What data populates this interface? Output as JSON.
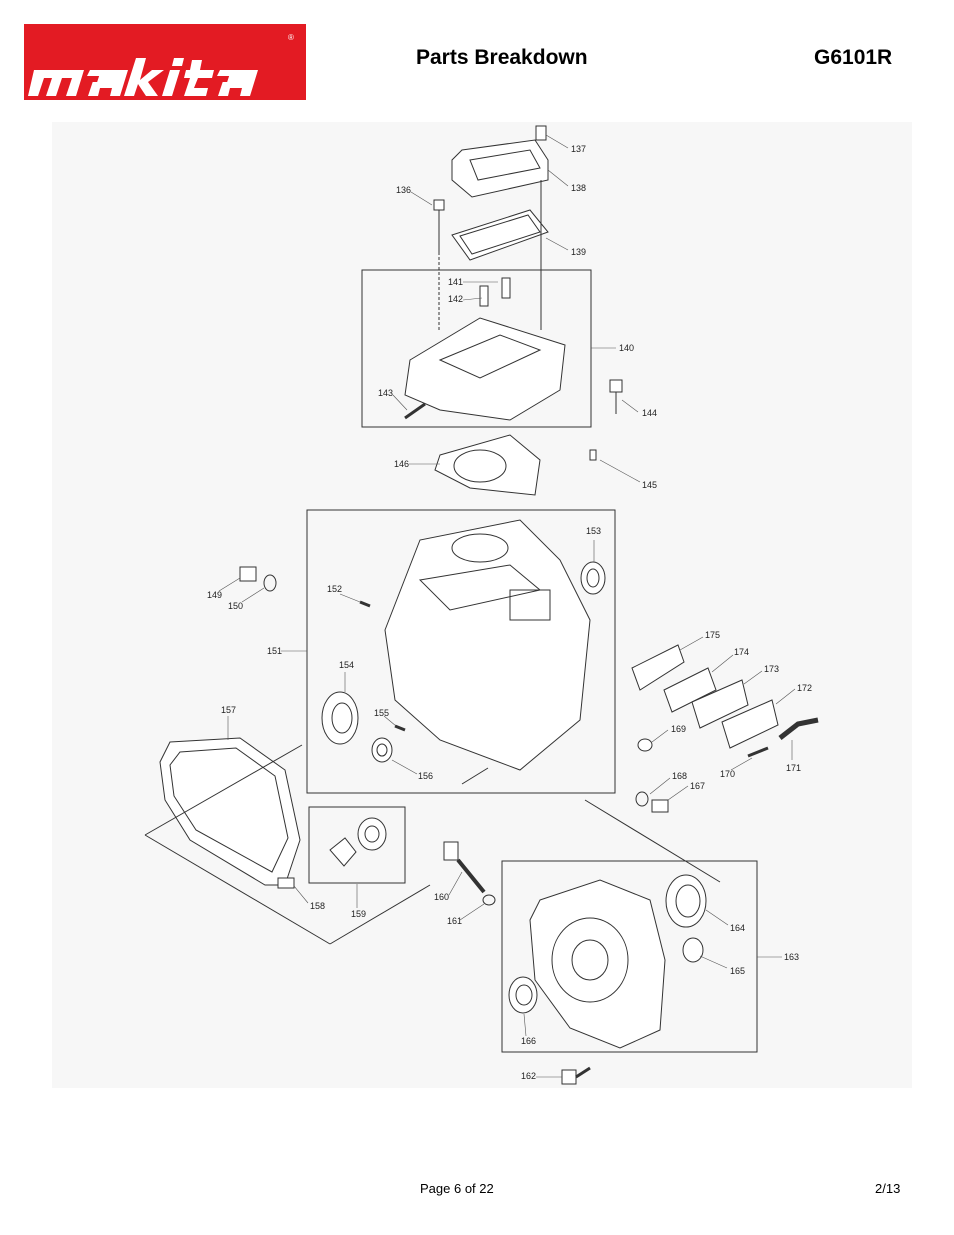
{
  "brand": {
    "name": "makita",
    "registered": "®",
    "color": "#e31b23"
  },
  "header": {
    "title": "Parts Breakdown",
    "model": "G6101R"
  },
  "diagram": {
    "part_labels": [
      "137",
      "138",
      "136",
      "139",
      "141",
      "142",
      "140",
      "143",
      "144",
      "146",
      "145",
      "153",
      "149",
      "150",
      "152",
      "151",
      "154",
      "175",
      "174",
      "173",
      "172",
      "157",
      "155",
      "169",
      "156",
      "171",
      "170",
      "168",
      "167",
      "158",
      "159",
      "160",
      "161",
      "164",
      "163",
      "165",
      "166",
      "162"
    ]
  },
  "footer": {
    "page": "Page 6 of 22",
    "date": "2/13"
  }
}
